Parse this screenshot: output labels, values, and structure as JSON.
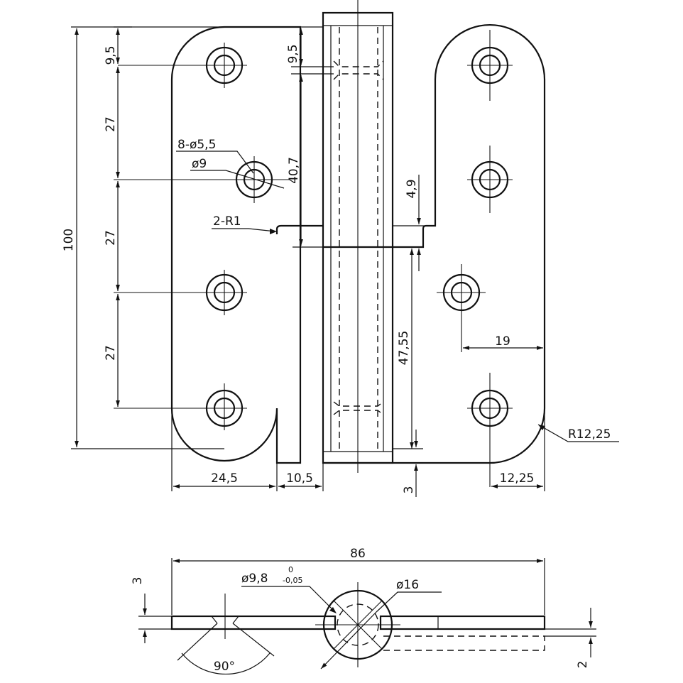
{
  "labels": {
    "holes": "8-ø5,5",
    "counterbore": "ø9",
    "fillet": "2-R1",
    "radius": "R12,25",
    "pin": "ø9,8",
    "pin_tol_upper": "0",
    "pin_tol_lower": "-0,05",
    "knuckle": "ø16",
    "angle": "90°"
  },
  "dimensions": {
    "total_height": "100",
    "hole_top_offset": "9,5",
    "pitch_1": "27",
    "pitch_2": "27",
    "pitch_3": "27",
    "knuckle_top": "9,5",
    "knuckle_gap": "40,7",
    "step": "4,9",
    "lower_knuckle": "47,55",
    "offset_19": "19",
    "bottom_offset": "3",
    "leaf_width": "24,5",
    "gap_width": "10,5",
    "edge_offset": "12,25",
    "overall_width": "86",
    "thickness": "3",
    "plate_thickness": "2"
  }
}
